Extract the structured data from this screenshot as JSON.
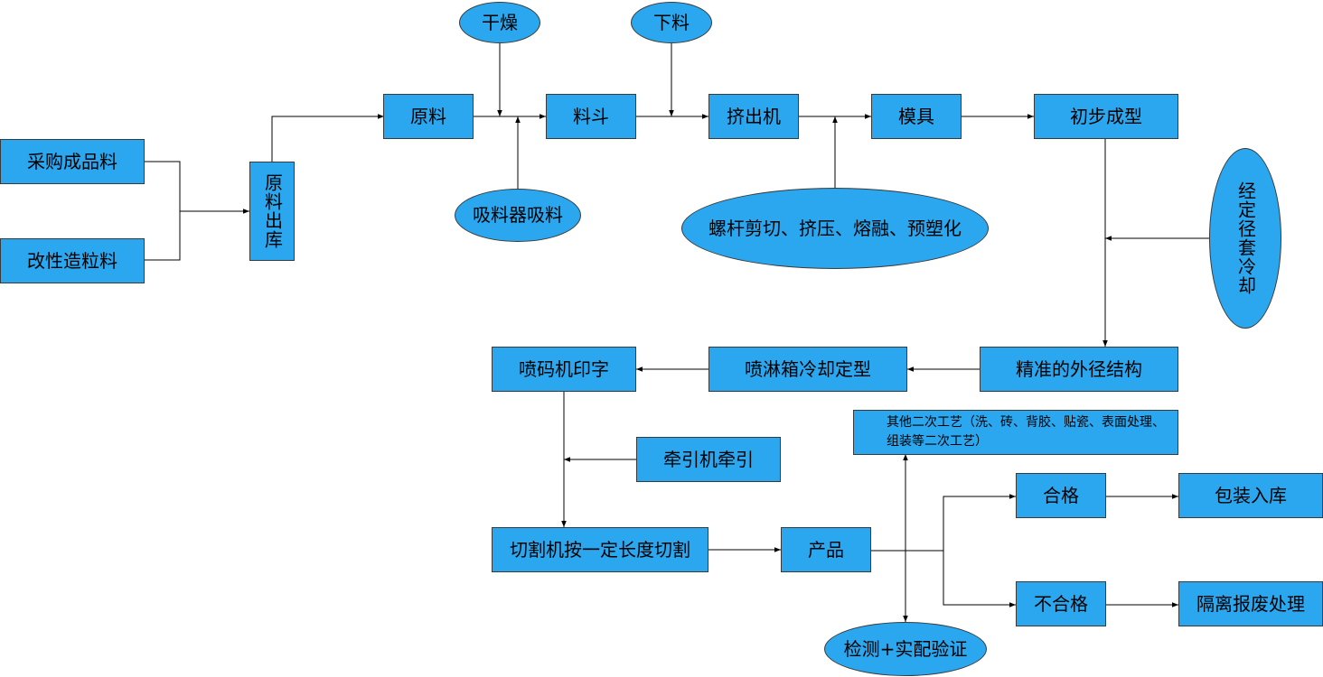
{
  "colors": {
    "node_fill": "#2aa7ef",
    "node_border": "#3a3a3a",
    "line": "#000000"
  },
  "nodes": {
    "purchase": "采购成品料",
    "modified": "改性造粒料",
    "raw_out": "原料出库",
    "raw": "原料",
    "dry": "干燥",
    "hopper": "料斗",
    "unload": "下料",
    "suction": "吸料器吸料",
    "extruder": "挤出机",
    "screw": "螺杆剪切、挤压、熔融、预塑化",
    "mold": "模具",
    "initial": "初步成型",
    "sizing": "经定径套冷却",
    "precise": "精准的外径结构",
    "spray_cool": "喷淋箱冷却定型",
    "print": "喷码机印字",
    "traction": "牵引机牵引",
    "cut": "切割机按一定长度切割",
    "product": "产品",
    "secondary": "其他二次工艺（洗、砖、背胶、贴瓷、表面处理、组装等二次工艺）",
    "inspect": "检测+实配验证",
    "pass": "合格",
    "fail": "不合格",
    "pack": "包装入库",
    "scrap": "隔离报废处理"
  }
}
